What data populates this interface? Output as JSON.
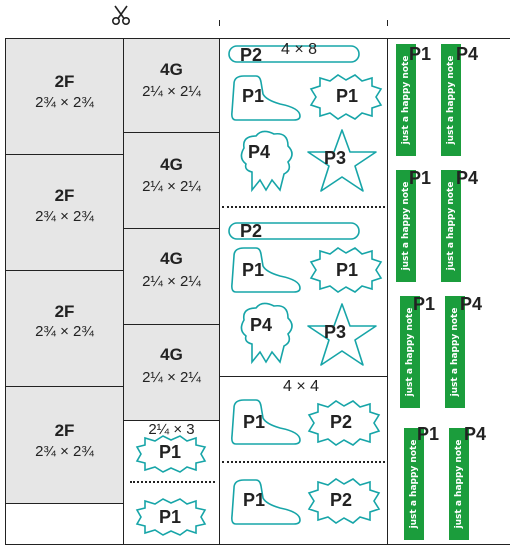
{
  "scissors_icon": "scissors",
  "colors": {
    "outline": "#17a5a8",
    "ribbon": "#1b9d3c",
    "gray": "#e6e6e6"
  },
  "col_2f": [
    {
      "name": "2F",
      "size": "2¾ × 2¾"
    },
    {
      "name": "2F",
      "size": "2¾ × 2¾"
    },
    {
      "name": "2F",
      "size": "2¾ × 2¾"
    },
    {
      "name": "2F",
      "size": "2¾ × 2¾"
    }
  ],
  "col_4g": [
    {
      "name": "4G",
      "size": "2¼ × 2¼"
    },
    {
      "name": "4G",
      "size": "2¼ × 2¼"
    },
    {
      "name": "4G",
      "size": "2¼ × 2¼"
    },
    {
      "name": "4G",
      "size": "2¼ × 2¼"
    }
  ],
  "small_block": {
    "size": "2¼ × 3",
    "p1a": "P1",
    "p1b": "P1"
  },
  "block_a": {
    "dim": "4 × 8",
    "p2": "P2",
    "p1a": "P1",
    "p1b": "P1",
    "p4": "P4",
    "p3": "P3"
  },
  "block_b": {
    "p2": "P2",
    "p1a": "P1",
    "p1b": "P1",
    "p4": "P4",
    "p3": "P3"
  },
  "block_c": {
    "dim": "4 × 4",
    "p1": "P1",
    "p2": "P2"
  },
  "block_d": {
    "p1": "P1",
    "p2": "P2"
  },
  "ribbons": {
    "text": "just a happy note",
    "labels": [
      {
        "left": "P1",
        "right": "P4"
      },
      {
        "left": "P1",
        "right": "P4"
      },
      {
        "left": "P1",
        "right": "P4"
      },
      {
        "left": "P1",
        "right": "P4"
      }
    ]
  }
}
